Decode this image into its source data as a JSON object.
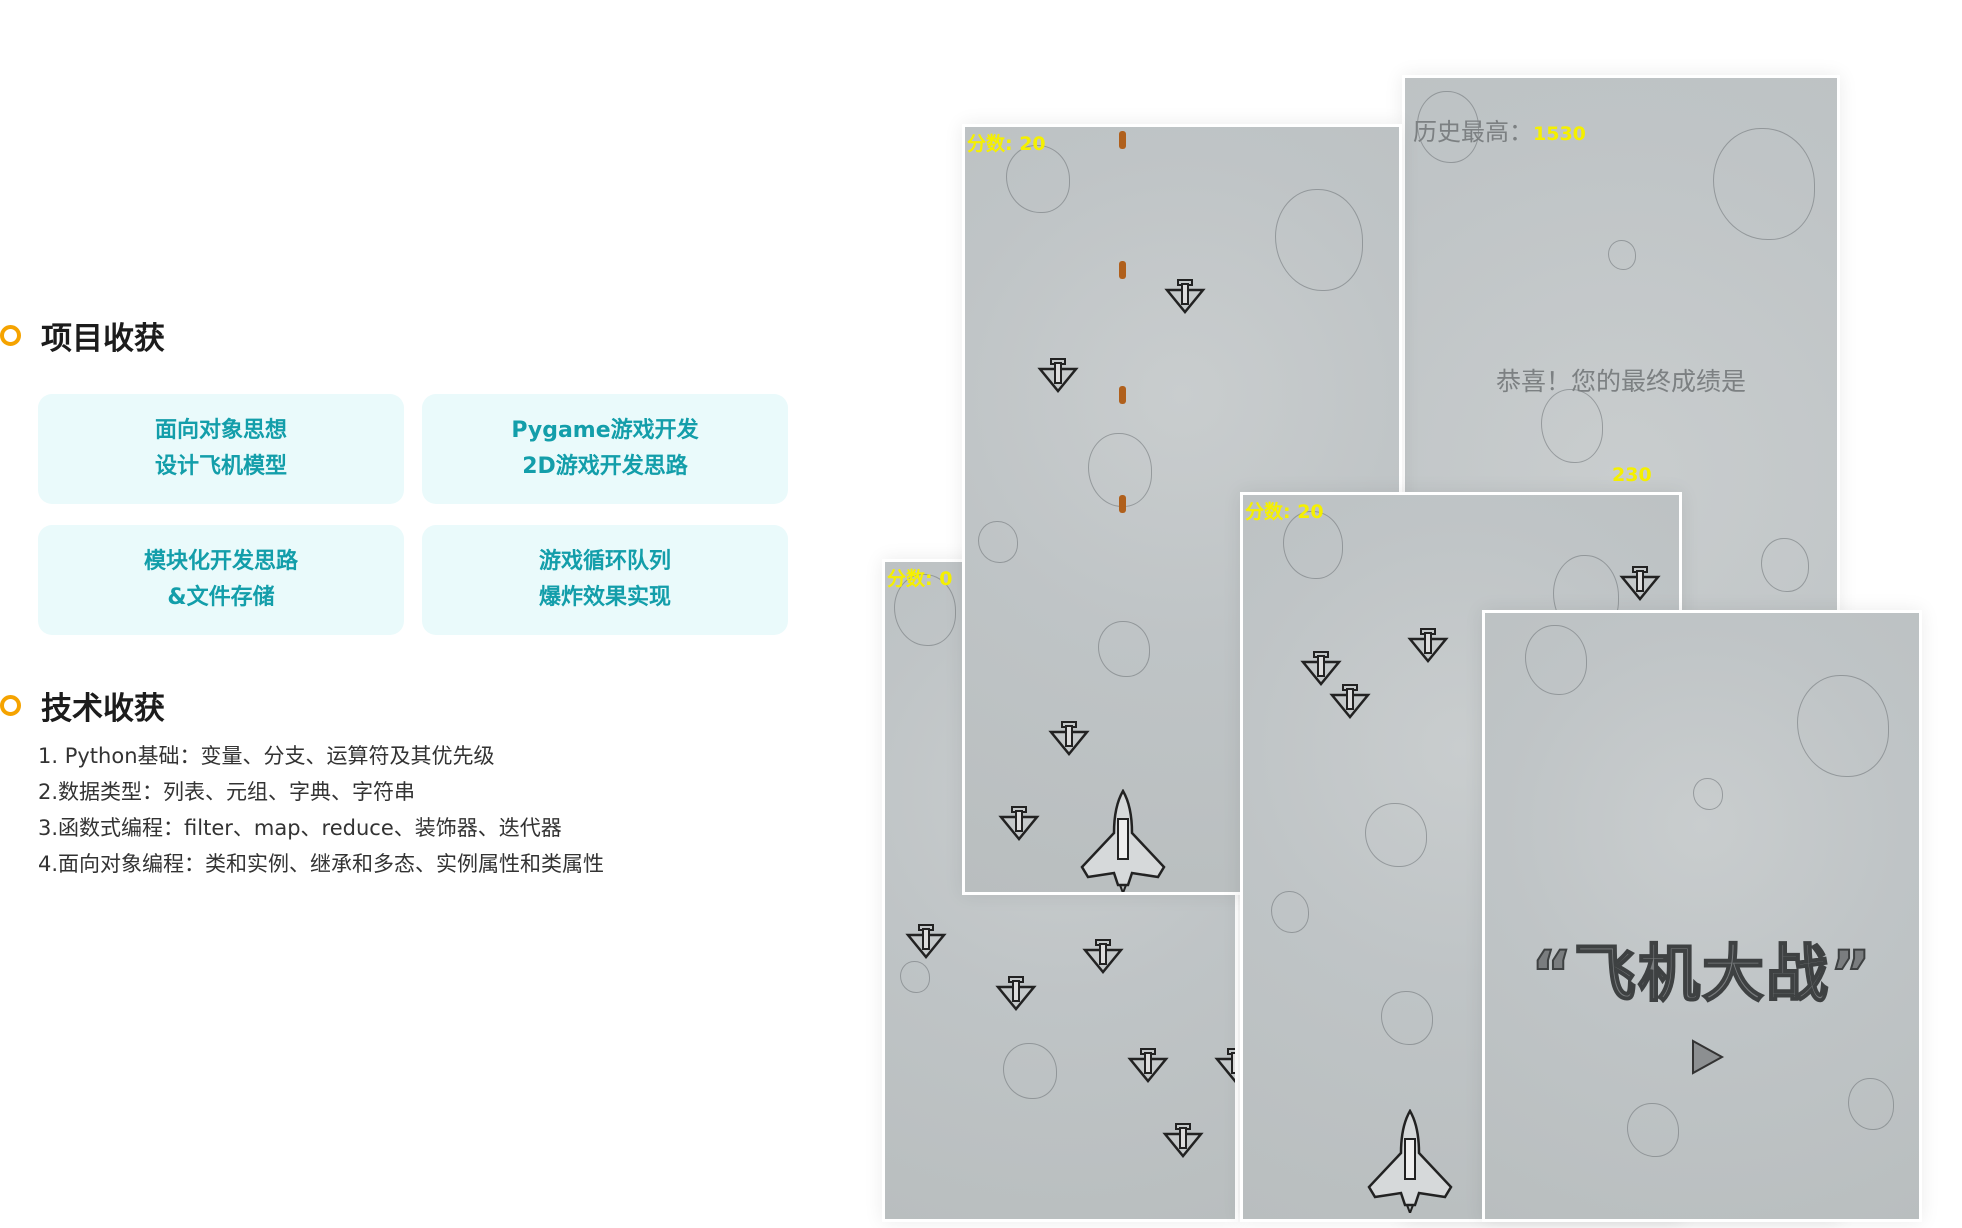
{
  "project_section": {
    "title": "项目收获",
    "cards": [
      {
        "line1": "面向对象思想",
        "line2": "设计飞机模型"
      },
      {
        "line1": "Pygame游戏开发",
        "line2": "2D游戏开发思路"
      },
      {
        "line1": "模块化开发思路",
        "line2": "&文件存储"
      },
      {
        "line1": "游戏循环队列",
        "line2": "爆炸效果实现"
      }
    ]
  },
  "tech_section": {
    "title": "技术收获",
    "items": [
      "1. Python基础：变量、分支、运算符及其优先级",
      "2.数据类型：列表、元组、字典、字符串",
      "3.函数式编程：filter、map、reduce、装饰器、迭代器",
      "4.面向对象编程：类和实例、继承和多态、实例属性和类属性"
    ]
  },
  "screenshots": {
    "game_a": {
      "score": "分数: 0"
    },
    "game_b": {
      "score": "分数: 20"
    },
    "game_over": {
      "high_label": "历史最高：",
      "high_value": "1530",
      "message": "恭喜！您的最终成绩是",
      "final_score": "230"
    },
    "game_d": {
      "score": "分数: 20"
    },
    "start": {
      "title": "“飞机大战”",
      "play_icon": "play-icon"
    }
  },
  "colors": {
    "accent": "#f5a300",
    "card_text": "#139eaa",
    "card_bg": "#eafafb",
    "score": "#f5f000"
  }
}
